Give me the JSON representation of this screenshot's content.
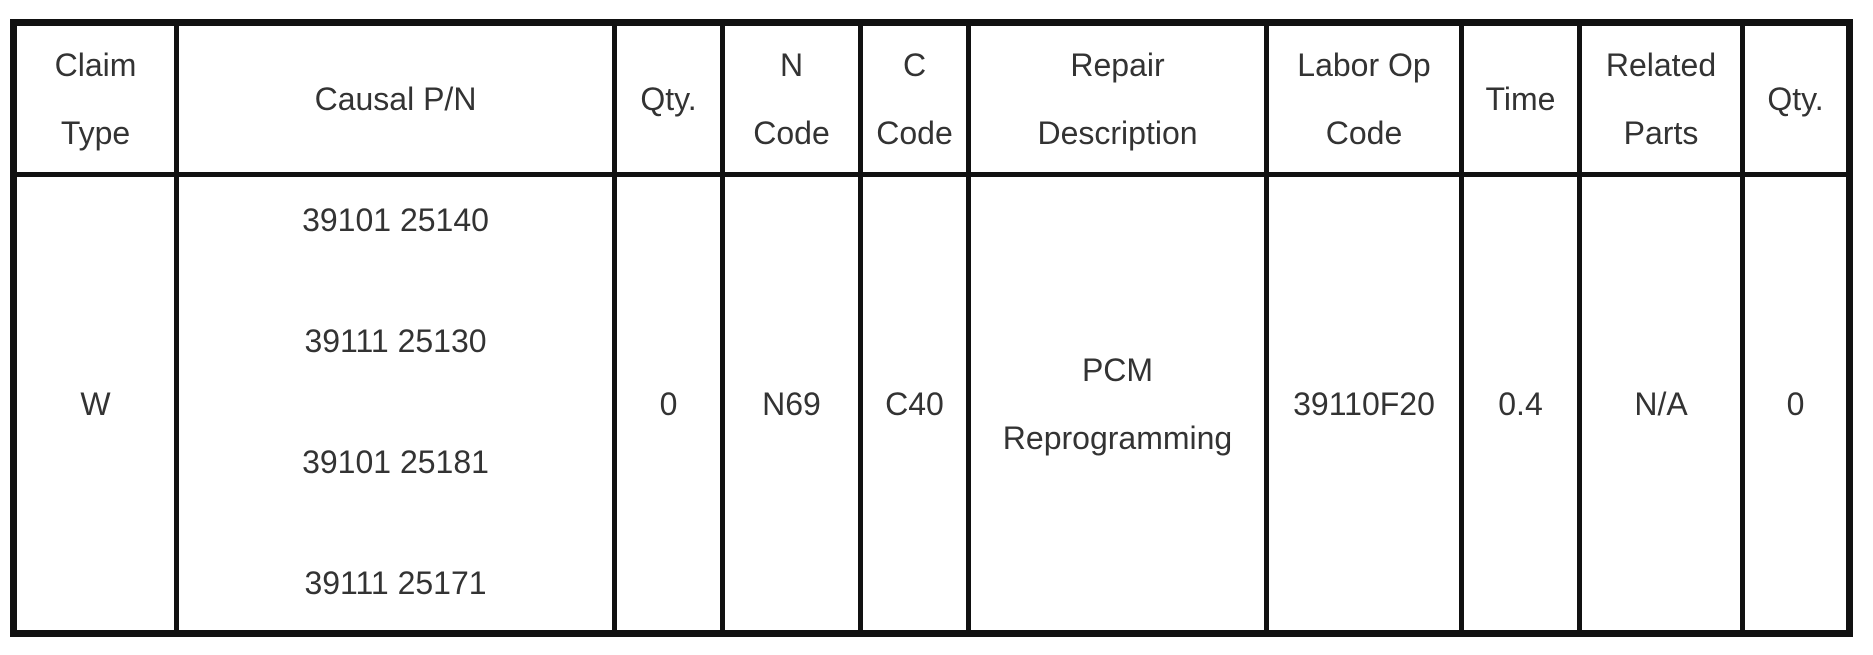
{
  "headers": [
    {
      "key": "claim_type",
      "lines": [
        "Claim",
        "Type"
      ]
    },
    {
      "key": "causal_pn",
      "lines": [
        "Causal P/N"
      ]
    },
    {
      "key": "qty",
      "lines": [
        "Qty."
      ]
    },
    {
      "key": "n_code",
      "lines": [
        "N",
        "Code"
      ]
    },
    {
      "key": "c_code",
      "lines": [
        "C",
        "Code"
      ]
    },
    {
      "key": "repair_description",
      "lines": [
        "Repair",
        "Description"
      ]
    },
    {
      "key": "labor_op_code",
      "lines": [
        "Labor Op",
        "Code"
      ]
    },
    {
      "key": "time",
      "lines": [
        "Time"
      ]
    },
    {
      "key": "related_parts",
      "lines": [
        "Related",
        "Parts"
      ]
    },
    {
      "key": "related_qty",
      "lines": [
        "Qty."
      ]
    }
  ],
  "row": {
    "claim_type": "W",
    "causal_pn": [
      "39101 25140",
      "39111 25130",
      "39101 25181",
      "39111 25171"
    ],
    "qty": "0",
    "n_code": "N69",
    "c_code": "C40",
    "repair_description": [
      "PCM",
      "Reprogramming"
    ],
    "labor_op_code": "39110F20",
    "time": "0.4",
    "related_parts": "N/A",
    "related_qty": "0"
  }
}
